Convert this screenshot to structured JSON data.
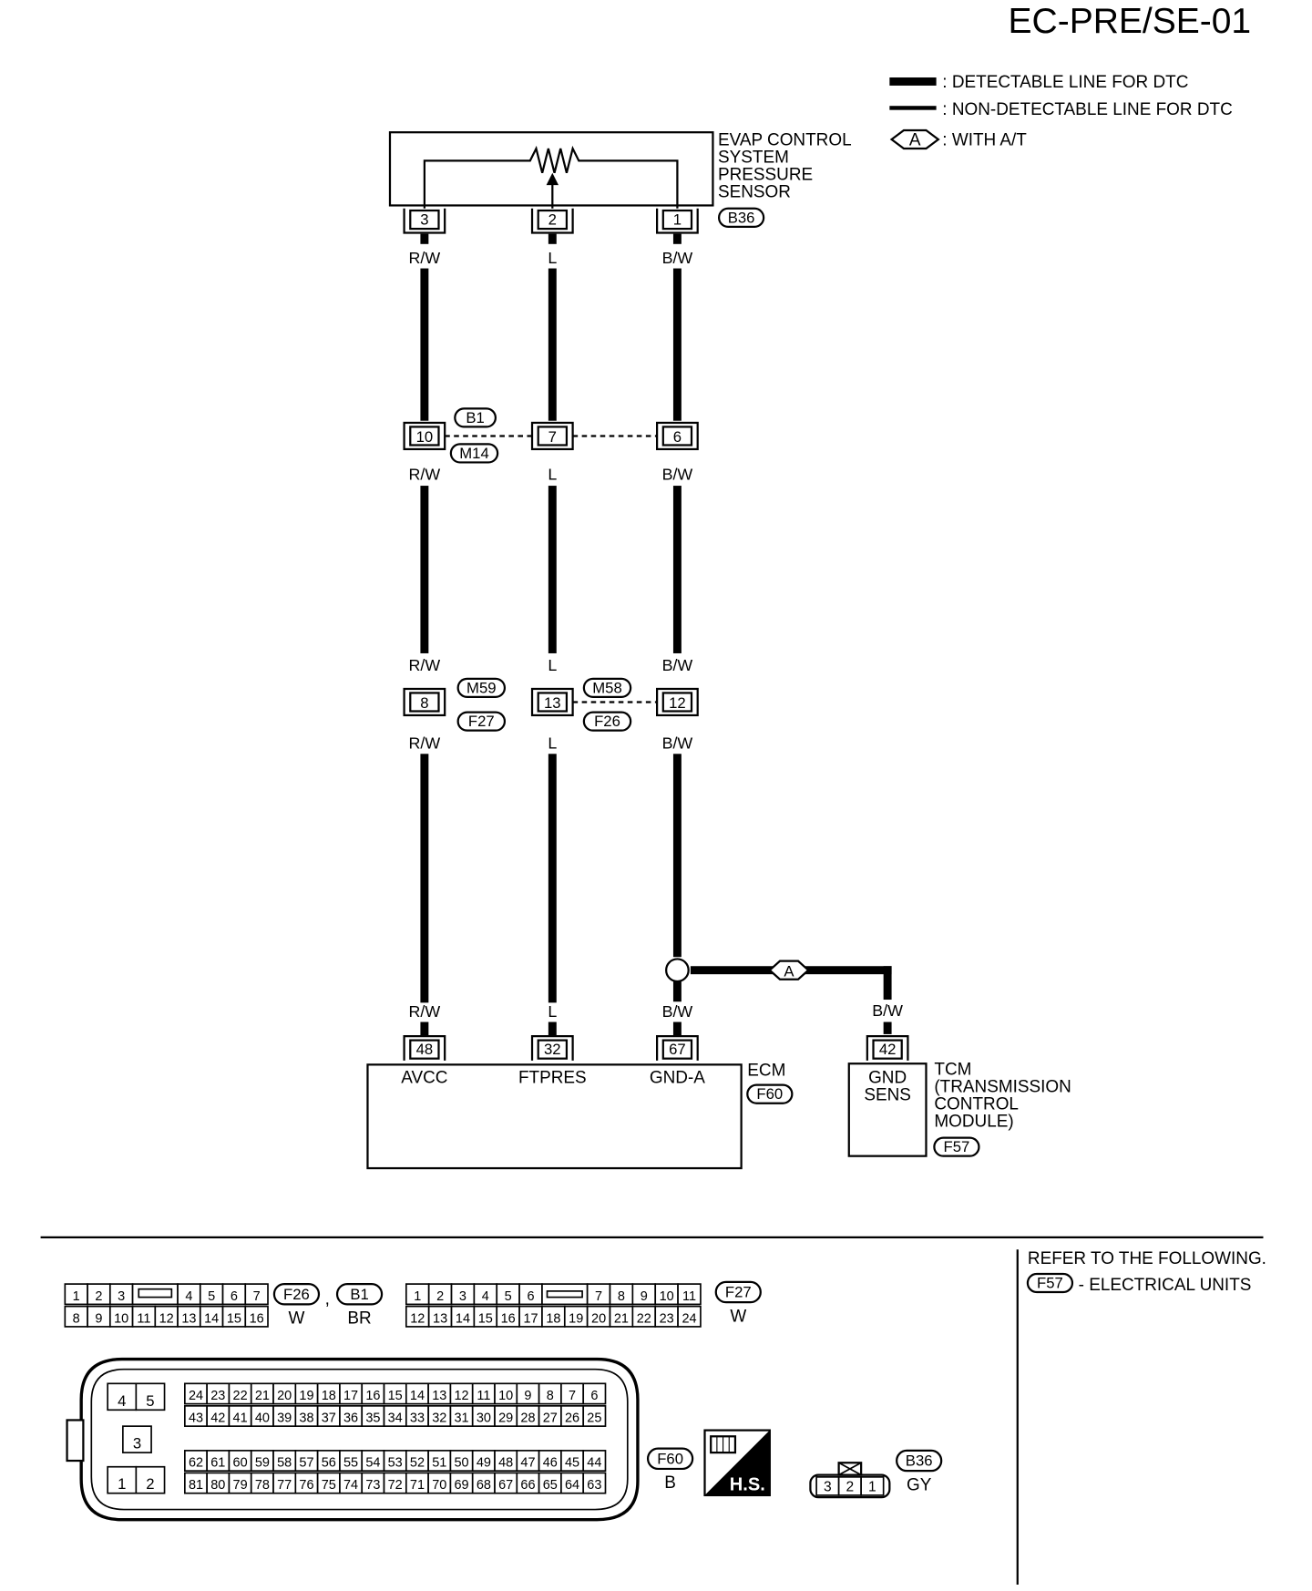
{
  "page_code": "EC-PRE/SE-01",
  "legend": {
    "detectable": ": DETECTABLE LINE FOR DTC",
    "non_detectable": ": NON-DETECTABLE LINE FOR DTC",
    "option_letter": "A",
    "option_text": ": WITH A/T"
  },
  "sensor": {
    "name_lines": [
      "EVAP CONTROL",
      "SYSTEM",
      "PRESSURE",
      "SENSOR"
    ],
    "connector": "B36",
    "pins": [
      "3",
      "2",
      "1"
    ]
  },
  "wire_colors": [
    "R/W",
    "L",
    "B/W"
  ],
  "junction1": {
    "connector_top": "B1",
    "connector_bottom": "M14",
    "pins": [
      "10",
      "7",
      "6"
    ]
  },
  "junction2": {
    "connector_left_top": "M59",
    "connector_left_bottom": "F27",
    "connector_right_top": "M58",
    "connector_right_bottom": "F26",
    "pins": [
      "8",
      "13",
      "12"
    ]
  },
  "branch_letter": "A",
  "branch_color": "B/W",
  "ecm": {
    "name": "ECM",
    "connector": "F60",
    "pins": [
      "48",
      "32",
      "67"
    ],
    "terminals": [
      "AVCC",
      "FTPRES",
      "GND-A"
    ]
  },
  "tcm": {
    "name_lines": [
      "TCM",
      "(TRANSMISSION",
      "CONTROL",
      "MODULE)"
    ],
    "connector": "F57",
    "pin": "42",
    "terminal_lines": [
      "GND",
      "SENS"
    ]
  },
  "refer": {
    "heading": "REFER TO THE FOLLOWING.",
    "connector": "F57",
    "text": "- ELECTRICAL UNITS"
  },
  "conn_f26": {
    "row1": [
      "1",
      "2",
      "3",
      "",
      "4",
      "5",
      "6",
      "7"
    ],
    "row2": [
      "8",
      "9",
      "10",
      "11",
      "12",
      "13",
      "14",
      "15",
      "16"
    ],
    "ids": [
      "F26",
      "B1"
    ],
    "colors": [
      "W",
      "BR"
    ],
    "sep": ","
  },
  "conn_f27": {
    "row1": [
      "1",
      "2",
      "3",
      "4",
      "5",
      "6",
      "",
      "7",
      "8",
      "9",
      "10",
      "11"
    ],
    "row2": [
      "12",
      "13",
      "14",
      "15",
      "16",
      "17",
      "18",
      "19",
      "20",
      "21",
      "22",
      "23",
      "24"
    ],
    "id": "F27",
    "color": "W"
  },
  "conn_f60": {
    "left_top": [
      "4",
      "5"
    ],
    "left_mid": "3",
    "left_bottom": [
      "1",
      "2"
    ],
    "r1": [
      "24",
      "23",
      "22",
      "21",
      "20",
      "19",
      "18",
      "17",
      "16",
      "15",
      "14",
      "13",
      "12",
      "11",
      "10",
      "9",
      "8",
      "7",
      "6"
    ],
    "r2": [
      "43",
      "42",
      "41",
      "40",
      "39",
      "38",
      "37",
      "36",
      "35",
      "34",
      "33",
      "32",
      "31",
      "30",
      "29",
      "28",
      "27",
      "26",
      "25"
    ],
    "r3": [
      "62",
      "61",
      "60",
      "59",
      "58",
      "57",
      "56",
      "55",
      "54",
      "53",
      "52",
      "51",
      "50",
      "49",
      "48",
      "47",
      "46",
      "45",
      "44"
    ],
    "r4": [
      "81",
      "80",
      "79",
      "78",
      "77",
      "76",
      "75",
      "74",
      "73",
      "72",
      "71",
      "70",
      "69",
      "68",
      "67",
      "66",
      "65",
      "64",
      "63"
    ],
    "id": "F60",
    "color": "B"
  },
  "hs_label": "H.S.",
  "conn_b36": {
    "pins": [
      "3",
      "2",
      "1"
    ],
    "id": "B36",
    "color": "GY"
  }
}
